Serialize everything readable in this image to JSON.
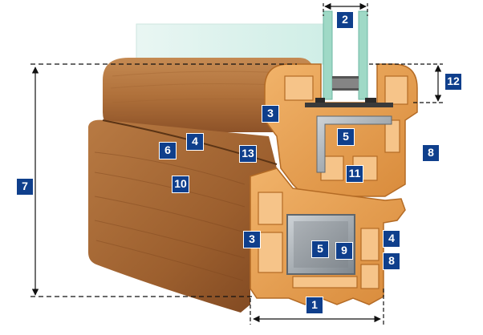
{
  "markers": {
    "m1": "1",
    "m2": "2",
    "m3a": "3",
    "m3b": "3",
    "m4a": "4",
    "m4b": "4",
    "m5a": "5",
    "m5b": "5",
    "m6": "6",
    "m7": "7",
    "m8a": "8",
    "m8b": "8",
    "m9": "9",
    "m10": "10",
    "m11": "11",
    "m12": "12",
    "m13": "13"
  },
  "colors": {
    "marker_fill": "#0f3f8c",
    "wood_light": "#c98a4e",
    "wood_dark": "#8b5128",
    "pvc": "#e8a04f",
    "pvc_dark": "#c97a2e",
    "steel": "#9aa1a8",
    "glass": "#bfe6dc",
    "gasket": "#2b2b2b"
  }
}
